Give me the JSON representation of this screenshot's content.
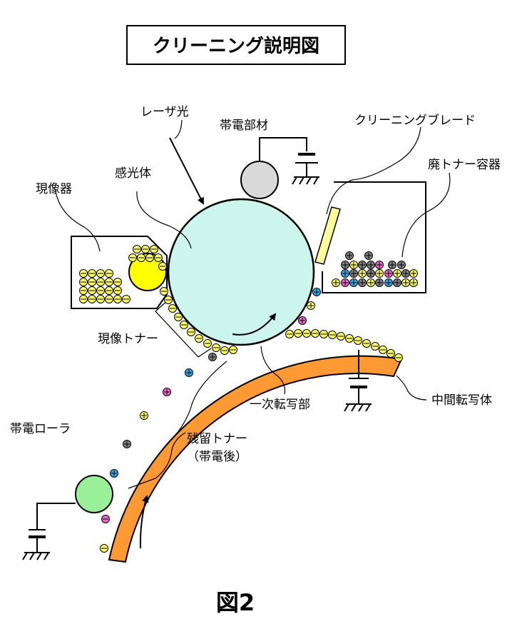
{
  "title": "クリーニング説明図",
  "figure_caption": "図2",
  "labels": {
    "laser": "レーザ光",
    "charger": "帯電部材",
    "cleaning_blade": "クリーニングブレード",
    "waste_container": "廃トナー容器",
    "developer": "現像器",
    "photoreceptor": "感光体",
    "developing_toner": "現像トナー",
    "primary_transfer": "一次転写部",
    "intermediate_transfer": "中間転写体",
    "charging_roller": "帯電ローラ",
    "residual_toner_1": "残留トナー",
    "residual_toner_2": "（帯電後）"
  },
  "colors": {
    "photoreceptor": "#ccf5ee",
    "developer_roller": "#ffff00",
    "charger": "#d9d9d9",
    "charging_roller": "#99f099",
    "transfer_belt": "#ff9933",
    "blade": "#ffff99",
    "toner_yellow": "#ffff66",
    "toner_gray": "#808080",
    "toner_cyan": "#33aaee",
    "toner_magenta": "#ee66cc"
  }
}
